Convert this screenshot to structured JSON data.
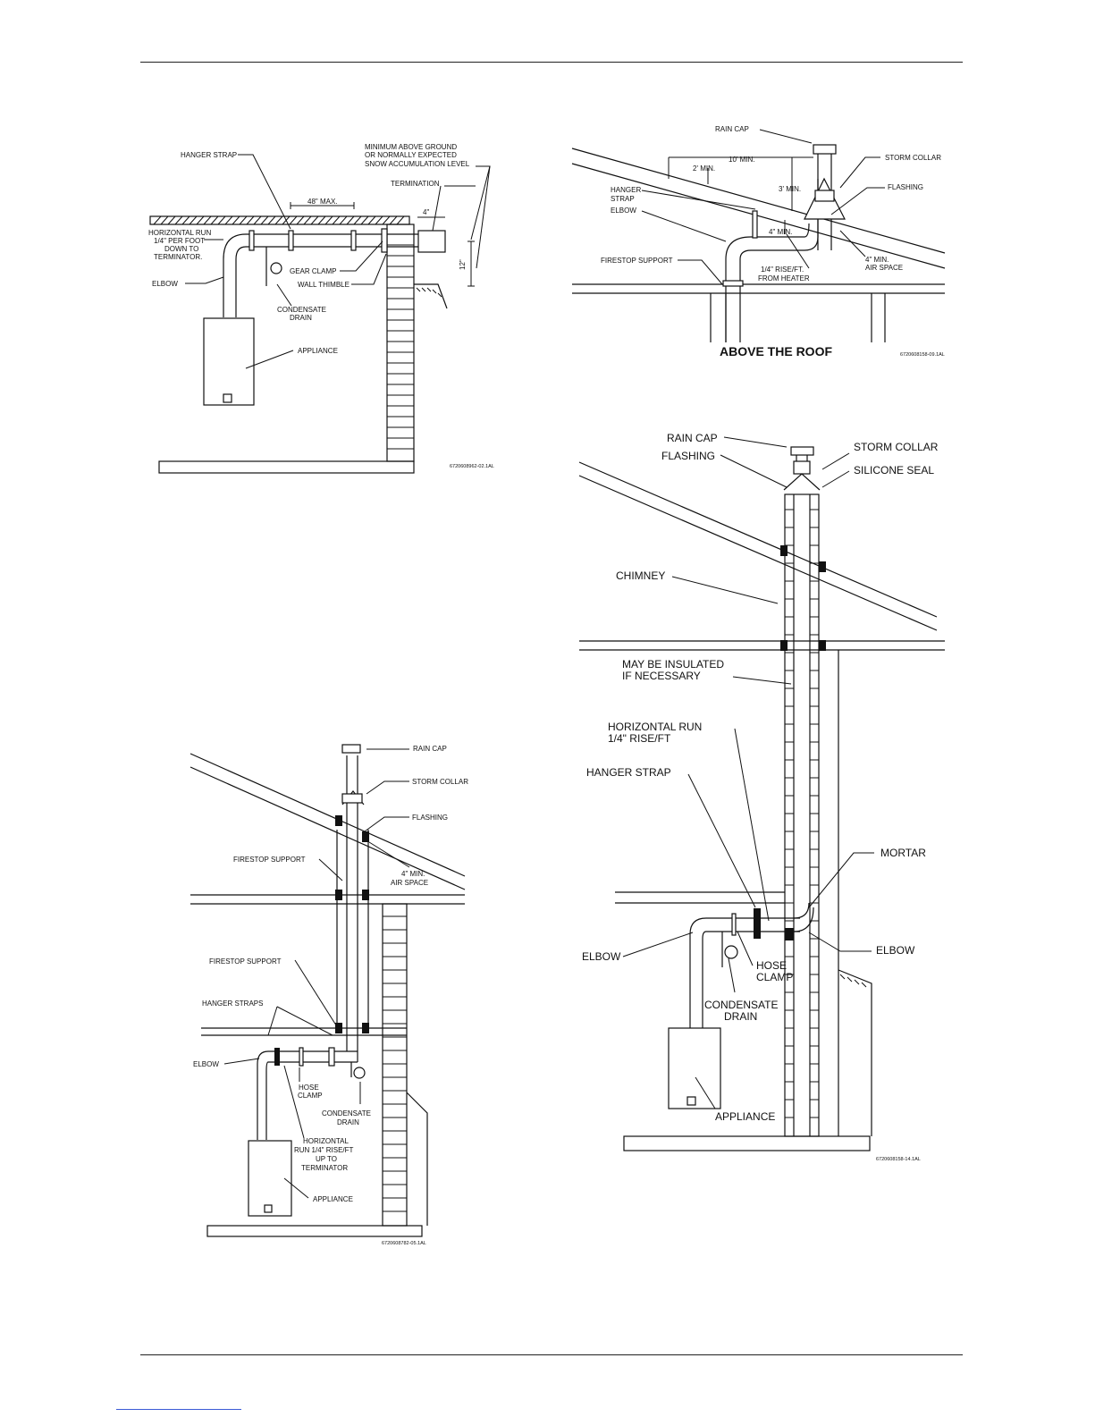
{
  "figure_a": {
    "labels": {
      "hanger_strap": "HANGER STRAP",
      "min_ground_1": "MINIMUM ABOVE GROUND",
      "min_ground_2": "OR NORMALLY EXPECTED",
      "min_ground_3": "SNOW ACCUMULATION LEVEL",
      "termination": "TERMINATION",
      "max48": "48\" MAX.",
      "dim4": "4\"",
      "horiz_1": "HORIZONTAL RUN",
      "horiz_2": "1/4\" PER FOOT",
      "horiz_3": "DOWN TO",
      "horiz_4": "TERMINATOR.",
      "gear_clamp": "GEAR CLAMP",
      "wall_thimble": "WALL THIMBLE",
      "dim12": "12\"",
      "elbow": "ELBOW",
      "condensate_1": "CONDENSATE",
      "condensate_2": "DRAIN",
      "appliance": "APPLIANCE",
      "code": "6720608962-02.1AL"
    }
  },
  "figure_b": {
    "labels": {
      "rain_cap": "RAIN CAP",
      "storm_collar": "STORM COLLAR",
      "flashing": "FLASHING",
      "min10": "10' MIN.",
      "min2": "2' MIN.",
      "min3": "3' MIN.",
      "hanger_1": "HANGER",
      "hanger_2": "STRAP",
      "elbow": "ELBOW",
      "min4": "4\" MIN.",
      "air_1": "4\" MIN.",
      "air_2": "AIR SPACE",
      "firestop": "FIRESTOP SUPPORT",
      "rise_1": "1/4\" RISE/FT.",
      "rise_2": "FROM HEATER",
      "caption": "ABOVE THE ROOF",
      "code": "6720608158-09.1AL"
    }
  },
  "figure_c": {
    "labels": {
      "rain_cap": "RAIN CAP",
      "storm_collar": "STORM COLLAR",
      "flashing": "FLASHING",
      "firestop_top": "FIRESTOP SUPPORT",
      "air_1": "4\" MIN.",
      "air_2": "AIR SPACE",
      "firestop_mid": "FIRESTOP SUPPORT",
      "hanger_straps": "HANGER STRAPS",
      "elbow": "ELBOW",
      "hose_1": "HOSE",
      "hose_2": "CLAMP",
      "cond_1": "CONDENSATE",
      "cond_2": "DRAIN",
      "horiz_1": "HORIZONTAL",
      "horiz_2": "RUN 1/4\" RISE/FT",
      "horiz_3": "UP TO",
      "horiz_4": "TERMINATOR",
      "appliance": "APPLIANCE",
      "code": "6720608782-05.1AL"
    }
  },
  "figure_d": {
    "labels": {
      "rain_cap": "RAIN CAP",
      "storm_collar": "STORM COLLAR",
      "flashing": "FLASHING",
      "silicone": "SILICONE SEAL",
      "chimney": "CHIMNEY",
      "insulated_1": "MAY BE INSULATED",
      "insulated_2": "IF NECESSARY",
      "horiz_1": "HORIZONTAL RUN",
      "horiz_2": "1/4\" RISE/FT",
      "hanger": "HANGER STRAP",
      "mortar": "MORTAR",
      "elbow_left": "ELBOW",
      "elbow_right": "ELBOW",
      "hose_1": "HOSE",
      "hose_2": "CLAMP",
      "cond_1": "CONDENSATE",
      "cond_2": "DRAIN",
      "appliance": "APPLIANCE",
      "code": "6720608158-14.1AL"
    }
  }
}
